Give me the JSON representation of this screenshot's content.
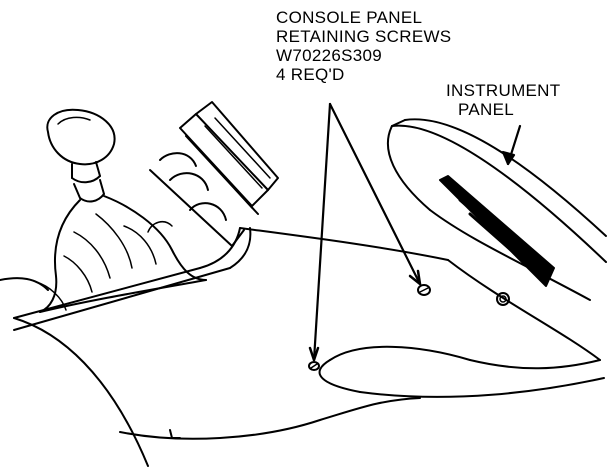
{
  "callouts": {
    "console_panel_screws": {
      "line1": "CONSOLE PANEL",
      "line2": "RETAINING SCREWS",
      "line3": "W70226S309",
      "line4": "4 REQ'D"
    },
    "instrument_panel": {
      "line1": "INSTRUMENT",
      "line2": "PANEL"
    }
  },
  "colors": {
    "ink": "#000000",
    "paper": "#ffffff"
  }
}
